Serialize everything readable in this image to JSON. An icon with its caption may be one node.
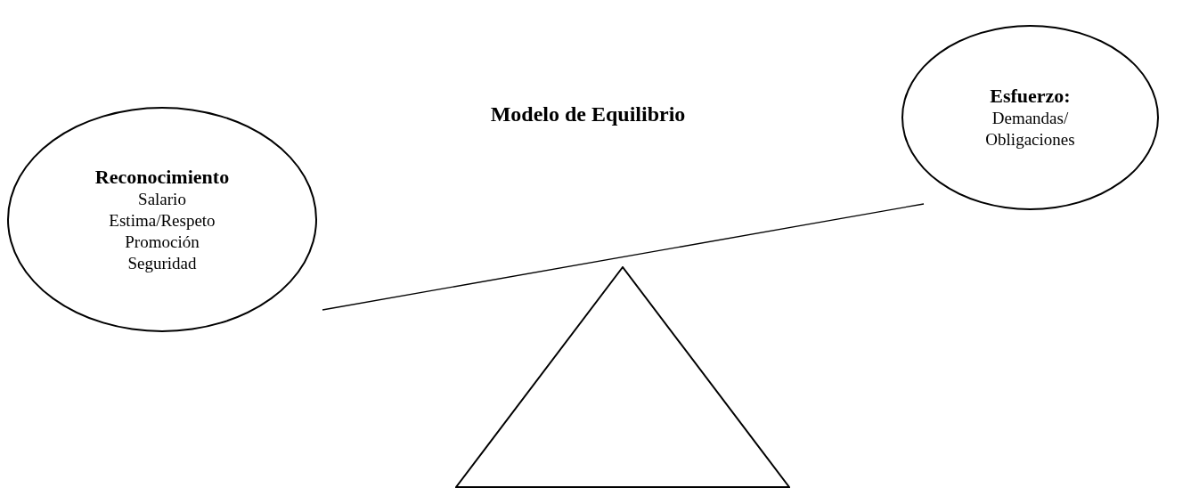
{
  "diagram": {
    "title": "Modelo de Equilibrio",
    "nodes": [
      {
        "text": [
          "Reconocimiento",
          "Salario",
          "Estima/Respeto",
          "Promoción",
          "Seguridad"
        ]
      },
      {
        "text": [
          "Esfuerzo:",
          "Demandas/ Obligaciones"
        ]
      },
      {
        "text": [],
        "shape": "triangle"
      }
    ],
    "edges": [
      {
        "from": 0,
        "to": 1,
        "arrow": "none"
      }
    ]
  }
}
